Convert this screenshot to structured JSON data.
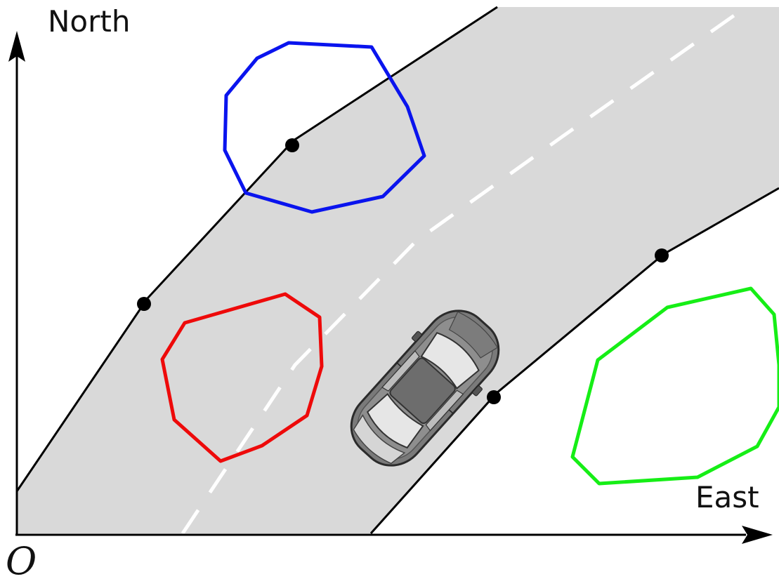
{
  "axes": {
    "y_label": "North",
    "x_label": "East",
    "origin_label": "O"
  },
  "colors": {
    "road_fill": "#d9d9d9",
    "road_edge": "#000000",
    "lane_marking": "#ffffff",
    "obstacle_blue": "#0a14ee",
    "obstacle_red": "#ee0a0a",
    "obstacle_green": "#16ee16",
    "waypoint": "#000000",
    "car_body": "#8c8c8c"
  },
  "elements": {
    "obstacles": [
      "blue",
      "red",
      "green"
    ],
    "waypoint_count": 4,
    "vehicle": "car"
  }
}
